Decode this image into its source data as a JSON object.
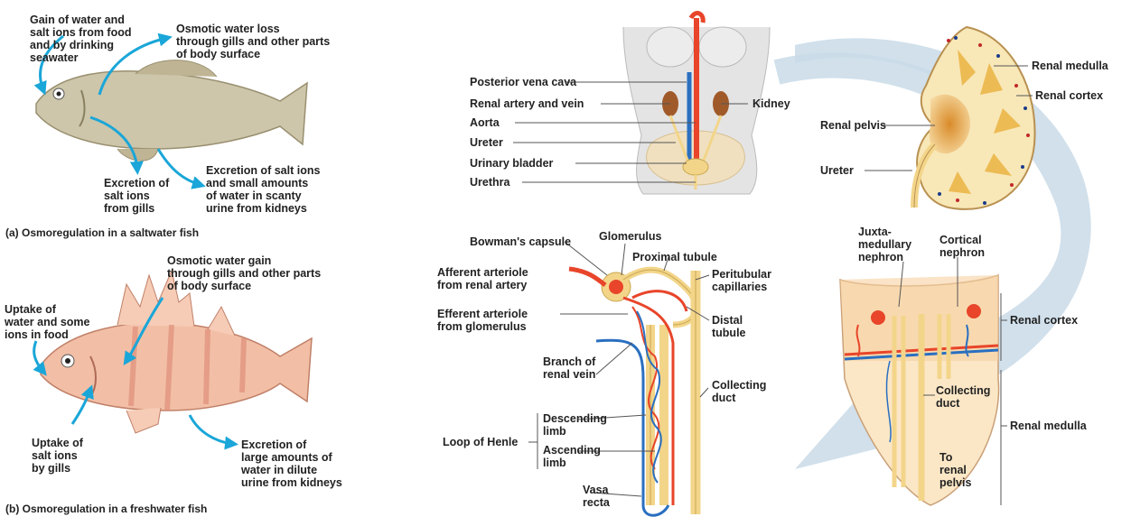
{
  "saltwater_fish": {
    "gain_label": "Gain of water and\nsalt ions from food\nand by drinking\nseawater",
    "osmotic_loss_label": "Osmotic water loss\nthrough gills and other parts\nof body surface",
    "excretion_gills_label": "Excretion of\nsalt ions\nfrom gills",
    "excretion_kidneys_label": "Excretion of salt ions\nand small amounts\nof water in scanty\nurine from kidneys",
    "caption": "(a) Osmoregulation in a saltwater fish"
  },
  "freshwater_fish": {
    "osmotic_gain_label": "Osmotic water gain\nthrough gills and other parts\nof body surface",
    "uptake_food_label": "Uptake of\nwater and some\nions in food",
    "uptake_gills_label": "Uptake of\nsalt ions\nby gills",
    "excretion_label": "Excretion of\nlarge amounts of\nwater in dilute\nurine from kidneys",
    "caption": "(b) Osmoregulation in a freshwater fish"
  },
  "urinary_system": {
    "posterior_vena_cava": "Posterior vena cava",
    "renal_artery_vein": "Renal artery and vein",
    "aorta": "Aorta",
    "ureter": "Ureter",
    "urinary_bladder": "Urinary bladder",
    "urethra": "Urethra",
    "kidney": "Kidney"
  },
  "kidney_section": {
    "renal_medulla": "Renal medulla",
    "renal_cortex": "Renal cortex",
    "renal_pelvis": "Renal pelvis",
    "ureter": "Ureter"
  },
  "nephron": {
    "bowmans_capsule": "Bowman's capsule",
    "glomerulus": "Glomerulus",
    "proximal_tubule": "Proximal tubule",
    "peritubular_capillaries": "Peritubular\ncapillaries",
    "afferent_arteriole": "Afferent arteriole\nfrom renal artery",
    "efferent_arteriole": "Efferent arteriole\nfrom glomerulus",
    "distal_tubule": "Distal\ntubule",
    "branch_renal_vein": "Branch of\nrenal vein",
    "collecting_duct": "Collecting\nduct",
    "descending_limb": "Descending\nlimb",
    "loop_of_henle": "Loop of Henle",
    "ascending_limb": "Ascending\nlimb",
    "vasa_recta": "Vasa\nrecta"
  },
  "kidney_detail": {
    "juxtamedullary": "Juxta-\nmedullary\nnephron",
    "cortical": "Cortical\nnephron",
    "renal_cortex": "Renal cortex",
    "collecting_duct": "Collecting\nduct",
    "renal_medulla": "Renal medulla",
    "to_renal_pelvis": "To\nrenal\npelvis"
  },
  "colors": {
    "arrow_cyan": "#1aa6d8",
    "big_arrow": "#c9dbe8",
    "artery_red": "#e8452a",
    "vein_blue": "#2a6fc0",
    "tubule_tan": "#f3d58a",
    "fish_salt": "#c9c2a8",
    "fish_fresh": "#f0b8a0"
  }
}
